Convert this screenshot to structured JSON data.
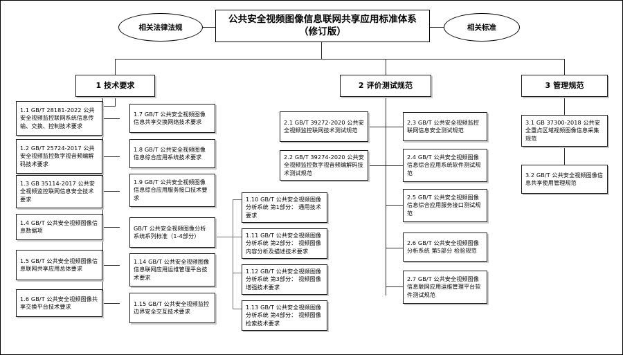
{
  "diagram": {
    "root": {
      "title_line1": "公共安全视频图像信息联网共享应用标准体系",
      "title_line2": "（修订版）"
    },
    "side_nodes": [
      {
        "id": "laws",
        "label": "相关法律法规"
      },
      {
        "id": "standards",
        "label": "相关标准"
      }
    ],
    "branches": [
      {
        "id": "tech",
        "label": "1 技术要求"
      },
      {
        "id": "eval",
        "label": "2 评价测试规范"
      },
      {
        "id": "mgmt",
        "label": "3 管理规范"
      }
    ],
    "tech_col1": [
      {
        "id": "1.1",
        "text": "1.1 GB/T 28181-2022 公共安全视频监控联网系统信息传输、交换、控制技术要求"
      },
      {
        "id": "1.2",
        "text": "1.2 GB/T 25724-2017 公共安全视频监控数字视音频编解码技术要求"
      },
      {
        "id": "1.3",
        "text": "1.3 GB 35114-2017 公共安全视频监控联网信息安全技术要求"
      },
      {
        "id": "1.4",
        "text": "1.4 GB/T 公共安全视频图像信息数据项"
      },
      {
        "id": "1.5",
        "text": "1.5 GB/T 公共安全视频图像信息联网共享应用总体要求"
      },
      {
        "id": "1.6",
        "text": "1.6 GB/T 公共安全视频图像共享交换平台技术要求"
      }
    ],
    "tech_col2": [
      {
        "id": "1.7",
        "text": "1.7 GB/T 公共安全视频图像信息共享交换网络技术要求"
      },
      {
        "id": "1.8",
        "text": "1.8 GB/T 公共安全视频图像信息综合应用系统技术要求"
      },
      {
        "id": "1.9",
        "text": "1.9 GB/T 公共安全视频图像信息综合应用服务接口技术要求"
      },
      {
        "id": "series",
        "text": "GB/T 公共安全视频图像分析系统系列标准（1-4部分）"
      },
      {
        "id": "1.14",
        "text": "1.14 GB/T 公共安全视频图像信息联网应用运维管理平台技术要求"
      },
      {
        "id": "1.15",
        "text": "1.15 GB/T 公共安全视频监控边界安全交互技术要求"
      }
    ],
    "tech_col3": [
      {
        "id": "1.10",
        "text": "1.10 GB/T 公共安全视频图像分析系统 第1部分： 通用技术要求"
      },
      {
        "id": "1.11",
        "text": "1.11 GB/T 公共安全视频图像分析系统 第2部分： 视频图像内容分析及描述技术要求"
      },
      {
        "id": "1.12",
        "text": "1.12 GB/T 公共安全视频图像分析系统 第3部分： 视频图像增强技术要求"
      },
      {
        "id": "1.13",
        "text": "1.13 GB/T 公共安全视频图像分析系统 第4部分： 视频图像检索技术要求"
      }
    ],
    "eval_col1": [
      {
        "id": "2.1",
        "text": "2.1 GB/T 39272-2020 公共安全视频监控联网技术测试规范"
      },
      {
        "id": "2.2",
        "text": "2.2 GB/T 39274-2020 公共安全视频监控数字视音频编解码技术测试规范"
      }
    ],
    "eval_col2": [
      {
        "id": "2.3",
        "text": "2.3 GB/T 公共安全视频监控联网信息安全测试规范"
      },
      {
        "id": "2.4",
        "text": "2.4 GB/T 公共安全视频图像信息综合应用系统软件测试规范"
      },
      {
        "id": "2.5",
        "text": "2.5 GB/T 公共安全视频图像信息综合应用服务接口测试规范"
      },
      {
        "id": "2.6",
        "text": "2.6 GB/T 公共安全视频图像分析系统 第5部分 检验规范"
      },
      {
        "id": "2.7",
        "text": "2.7 GB/T 公共安全视频图像信息联网应用运维管理平台软件测试规范"
      }
    ],
    "mgmt_col": [
      {
        "id": "3.1",
        "text": "3.1 GB 37300-2018 公共安全重点区域视频图像信息采集规范"
      },
      {
        "id": "3.2",
        "text": "3.2 GB/T 公共安全视频图像信息共享使用管理规范"
      }
    ]
  }
}
